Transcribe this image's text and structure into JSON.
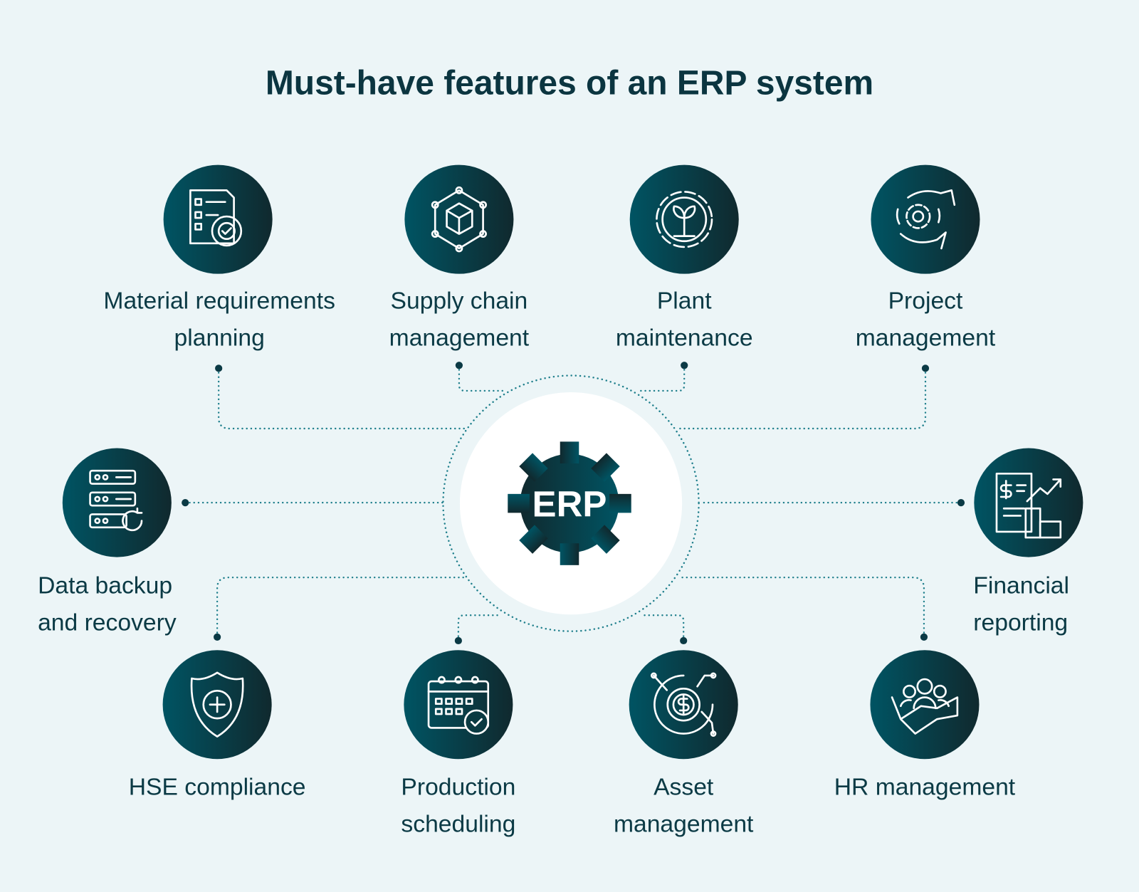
{
  "title": "Must-have features of an ERP system",
  "center": {
    "label": "ERP",
    "icon": "gear-icon"
  },
  "colors": {
    "background": "#ecf5f7",
    "primary": "#0b3a45",
    "accent": "#1f7f8c",
    "gradient_light": "#005463",
    "gradient_dark": "#10292e"
  },
  "features": [
    {
      "id": "mrp",
      "lines": [
        "Material requirements",
        "planning"
      ],
      "icon": "checklist-gear-icon"
    },
    {
      "id": "scm",
      "lines": [
        "Supply chain",
        "management"
      ],
      "icon": "box-network-icon"
    },
    {
      "id": "plant",
      "lines": [
        "Plant",
        "maintenance"
      ],
      "icon": "gear-plant-icon"
    },
    {
      "id": "project",
      "lines": [
        "Project",
        "management"
      ],
      "icon": "hands-gear-icon"
    },
    {
      "id": "backup",
      "lines": [
        "Data backup",
        "and recovery"
      ],
      "icon": "server-restore-icon"
    },
    {
      "id": "finance",
      "lines": [
        "Financial",
        "reporting"
      ],
      "icon": "report-chart-icon"
    },
    {
      "id": "hse",
      "lines": [
        "HSE compliance"
      ],
      "icon": "shield-plus-icon"
    },
    {
      "id": "production",
      "lines": [
        "Production",
        "scheduling"
      ],
      "icon": "calendar-check-icon"
    },
    {
      "id": "asset",
      "lines": [
        "Asset",
        "management"
      ],
      "icon": "dollar-chart-icon"
    },
    {
      "id": "hr",
      "lines": [
        "HR management"
      ],
      "icon": "handshake-team-icon"
    }
  ]
}
